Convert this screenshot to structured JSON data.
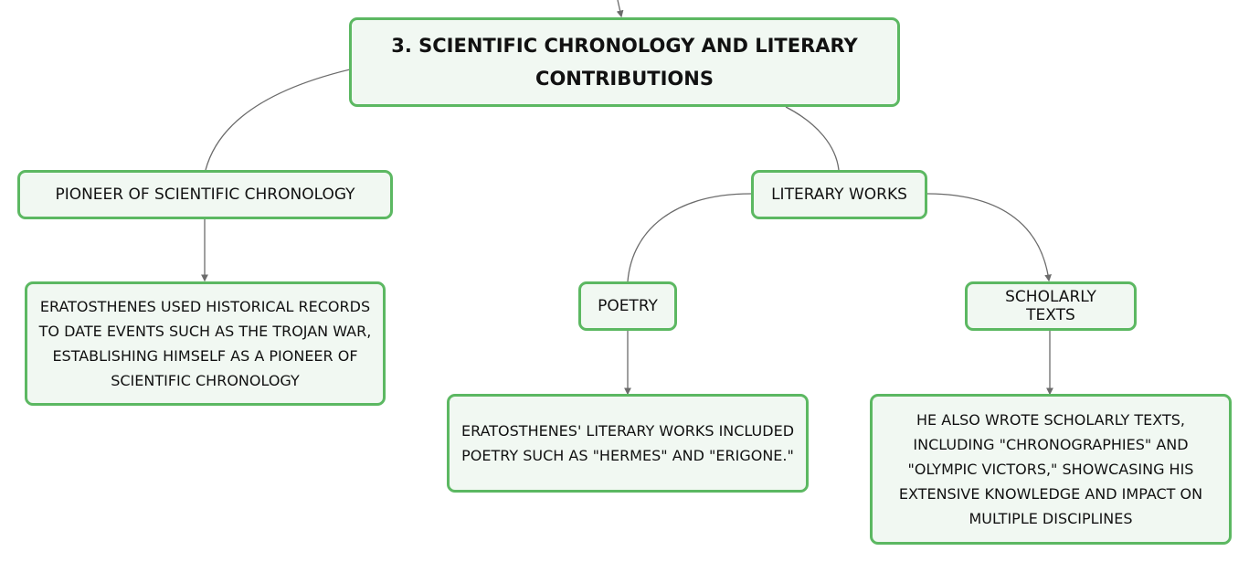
{
  "mindmap": {
    "root": {
      "text": "3. SCIENTIFIC CHRONOLOGY AND LITERARY CONTRIBUTIONS"
    },
    "pioneer": {
      "label": "PIONEER OF SCIENTIFIC CHRONOLOGY",
      "detail": "ERATOSTHENES USED HISTORICAL RECORDS TO DATE EVENTS SUCH AS THE TROJAN WAR, ESTABLISHING HIMSELF AS A PIONEER OF SCIENTIFIC CHRONOLOGY"
    },
    "literary": {
      "label": "LITERARY WORKS",
      "poetry": {
        "label": "POETRY",
        "detail": "ERATOSTHENES' LITERARY WORKS INCLUDED POETRY SUCH AS \"HERMES\" AND \"ERIGONE.\""
      },
      "scholarly": {
        "label": "SCHOLARLY TEXTS",
        "detail": "HE ALSO WROTE SCHOLARLY TEXTS, INCLUDING \"CHRONOGRAPHIES\" AND \"OLYMPIC VICTORS,\" SHOWCASING HIS EXTENSIVE KNOWLEDGE AND IMPACT ON MULTIPLE DISCIPLINES"
      }
    }
  },
  "colors": {
    "node_border": "#5cb862",
    "node_fill": "#f1f8f2",
    "connector": "#6b6b6b"
  }
}
